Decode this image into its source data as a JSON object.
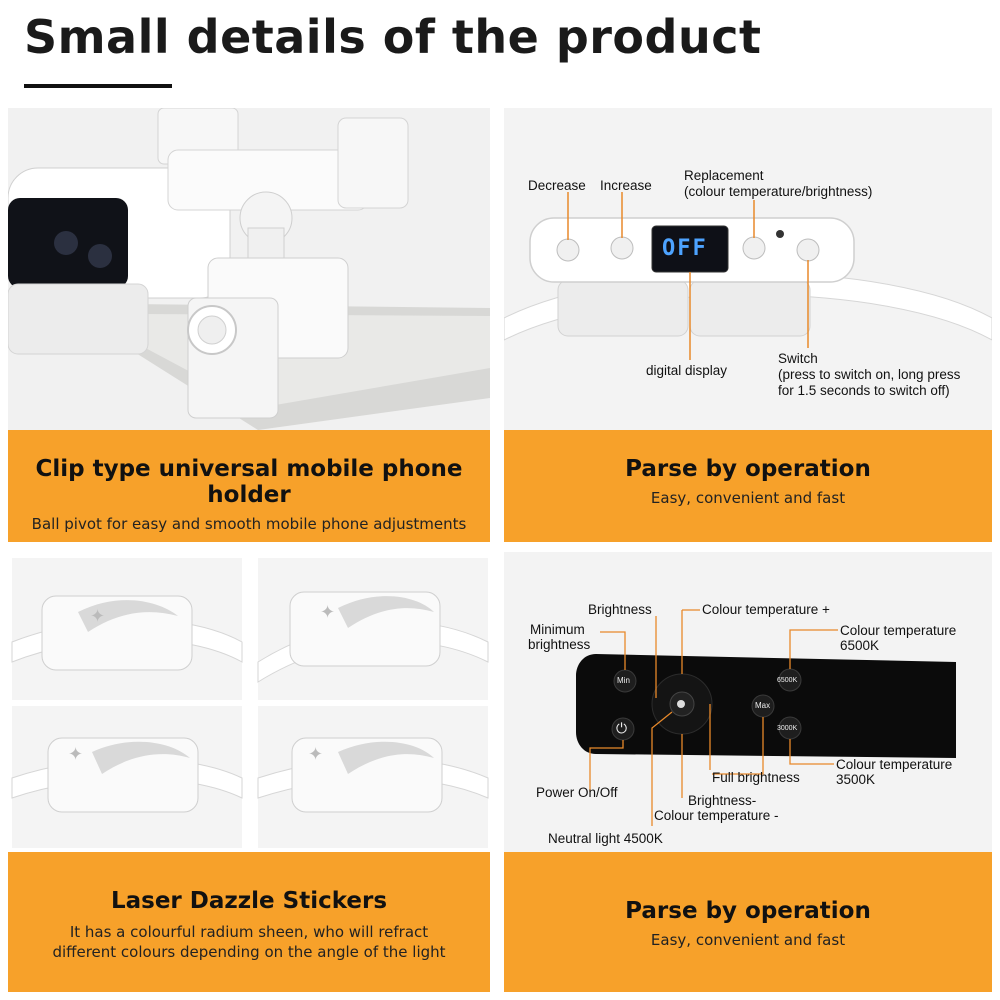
{
  "header": {
    "title": "Small details of the product"
  },
  "panels": {
    "holder": {
      "title": "Clip type universal mobile phone holder",
      "subtitle": "Ball pivot for easy and smooth mobile phone adjustments"
    },
    "control": {
      "title": "Parse by operation",
      "subtitle": "Easy, convenient and fast",
      "display_text": "OFF",
      "labels": {
        "decrease": "Decrease",
        "increase": "Increase",
        "replacement": "Replacement",
        "replacement_detail": "(colour temperature/brightness)",
        "digital_display": "digital display",
        "switch": "Switch",
        "switch_detail_1": "(press to switch on, long press",
        "switch_detail_2": "for 1.5 seconds to switch off)"
      }
    },
    "stickers": {
      "title": "Laser Dazzle Stickers",
      "subtitle_1": "It has a colourful radium sheen, who will refract",
      "subtitle_2": "different colours depending on the angle of the light"
    },
    "remote": {
      "title": "Parse by operation",
      "subtitle": "Easy, convenient and fast",
      "labels": {
        "brightness": "Brightness",
        "colour_temp_plus": "Colour temperature +",
        "minimum_1": "Minimum",
        "minimum_2": "brightness",
        "ct_6500_1": "Colour temperature",
        "ct_6500_2": "6500K",
        "full_brightness": "Full brightness",
        "ct_3500_1": "Colour temperature",
        "ct_3500_2": "3500K",
        "power": "Power On/Off",
        "brightness_minus": "Brightness-",
        "colour_temp_minus": "Colour temperature -",
        "neutral": "Neutral light 4500K"
      },
      "buttons": {
        "min": "Min",
        "max": "Max",
        "k6500": "6500K",
        "k3000": "3000K"
      }
    }
  },
  "colors": {
    "band": "#f7a12a",
    "display_text": "#4da3ff",
    "leader_line": "#e8892a"
  }
}
